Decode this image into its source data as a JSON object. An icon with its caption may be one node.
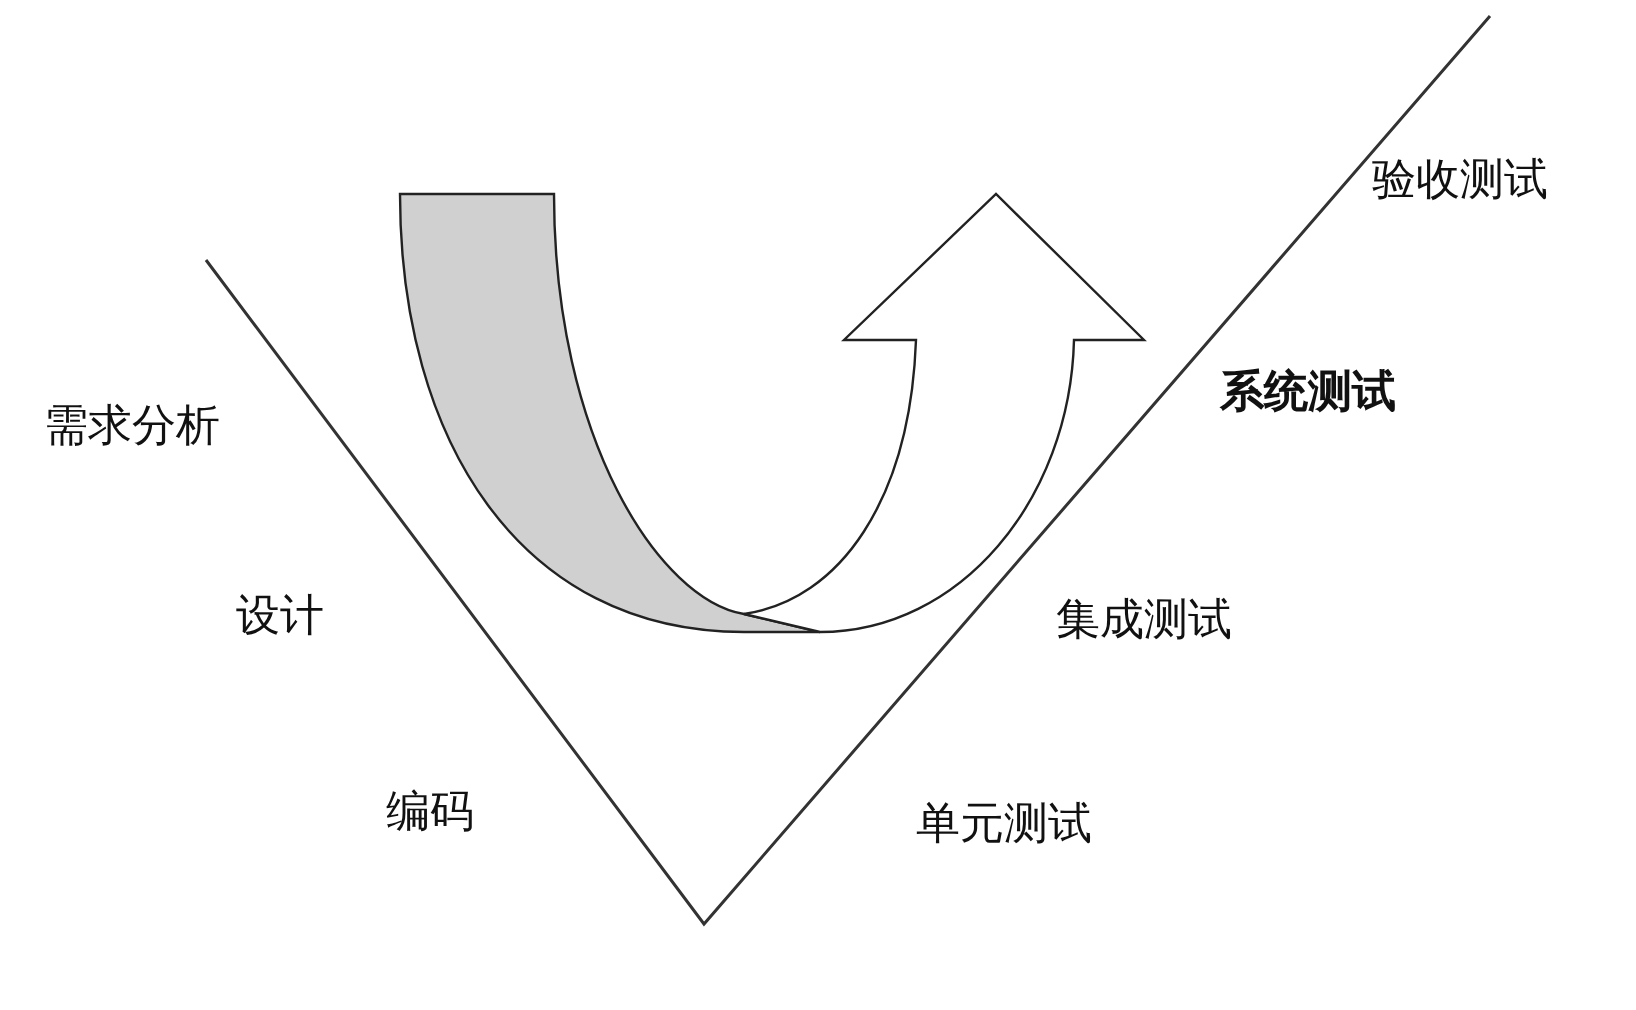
{
  "diagram": {
    "labels": [
      "验收测试",
      "需求分析",
      "系统测试",
      "设计",
      "集成测试",
      "编码",
      "单元测试"
    ]
  }
}
